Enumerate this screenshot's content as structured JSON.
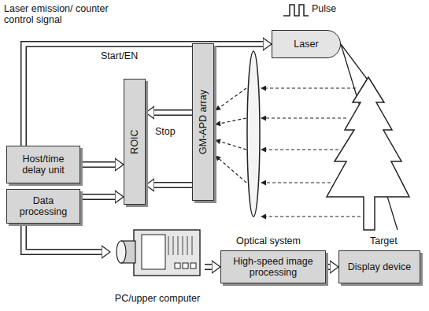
{
  "diagram": {
    "nodes": [
      {
        "text": [
          "Laser"
        ]
      },
      {
        "text": [
          "Host/time delay unit"
        ]
      },
      {
        "text": [
          "ROIC"
        ]
      },
      {
        "text": [
          "GM-APD array"
        ]
      },
      {
        "text": [
          "Data processing"
        ]
      },
      {
        "text": [
          "PC/upper computer"
        ]
      },
      {
        "text": [
          "High-speed image processing"
        ]
      },
      {
        "text": [
          "Display device"
        ]
      }
    ],
    "edges": [
      {
        "from": 1,
        "to": 0,
        "arrow": "to"
      },
      {
        "from": 1,
        "to": 2,
        "arrow": "to"
      },
      {
        "from": 3,
        "to": 2,
        "arrow": "to"
      },
      {
        "from": 3,
        "to": 2,
        "arrow": "to"
      },
      {
        "from": 4,
        "to": 2,
        "arrow": "to"
      },
      {
        "from": 4,
        "to": 5,
        "arrow": "to"
      },
      {
        "from": 5,
        "to": 6,
        "arrow": "to"
      },
      {
        "from": 6,
        "to": 7,
        "arrow": "to"
      }
    ],
    "labels": [
      "Laser emission/ counter control signal",
      "Pulse",
      "Start/EN",
      "Stop",
      "Optical system",
      "Target"
    ]
  }
}
